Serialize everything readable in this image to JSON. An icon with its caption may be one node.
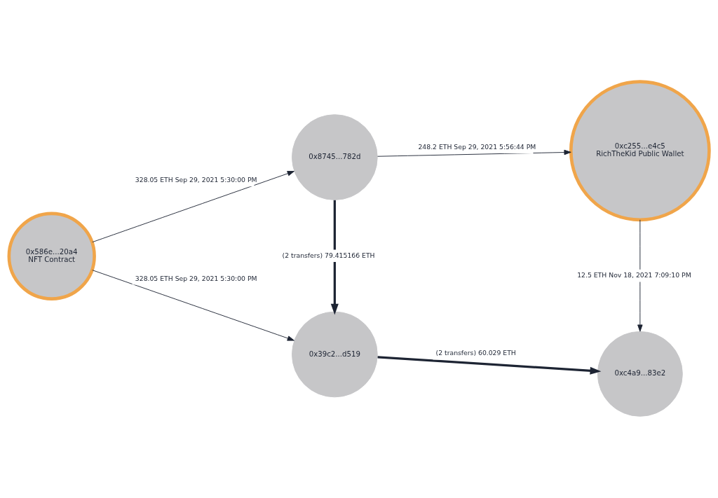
{
  "diagram": {
    "nodes": [
      {
        "text": [
          "0x586e...20a4",
          "NFT Contract"
        ]
      },
      {
        "text": [
          "0x8745...782d"
        ]
      },
      {
        "text": [
          "0xc255...e4c5",
          "RichTheKid Public Wallet"
        ]
      },
      {
        "text": [
          "0x39c2...d519"
        ]
      },
      {
        "text": [
          "0xc4a9...83e2"
        ]
      }
    ],
    "edges": [
      {
        "from": 0,
        "to": 1,
        "arrow": "to",
        "label": "328.05 ETH Sep 29, 2021 5:30:00 PM"
      },
      {
        "from": 0,
        "to": 3,
        "arrow": "to",
        "label": "328.05 ETH Sep 29, 2021 5:30:00 PM"
      },
      {
        "from": 1,
        "to": 2,
        "arrow": "to",
        "label": "248.2 ETH Sep 29, 2021 5:56:44 PM"
      },
      {
        "from": 1,
        "to": 3,
        "arrow": "to",
        "label": "(2 transfers) 79.415166 ETH",
        "style": "thick"
      },
      {
        "from": 2,
        "to": 4,
        "arrow": "to",
        "label": "12.5 ETH Nov 18, 2021 7:09:10 PM"
      },
      {
        "from": 3,
        "to": 4,
        "arrow": "to",
        "label": "(2 transfers) 60.029 ETH",
        "style": "thick"
      }
    ]
  }
}
